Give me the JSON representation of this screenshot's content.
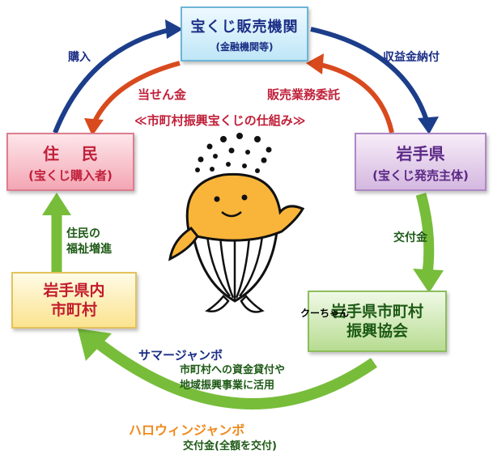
{
  "boxes": {
    "lottery_org": {
      "title": "宝くじ販売機関",
      "subtitle": "(金融機関等)"
    },
    "residents": {
      "title": "住民",
      "subtitle": "(宝くじ購入者)"
    },
    "prefecture": {
      "title": "岩手県",
      "subtitle": "(宝くじ発売主体)"
    },
    "municipalities": {
      "line1": "岩手県内",
      "line2": "市町村"
    },
    "association": {
      "line1": "岩手県市町村",
      "line2": "振興協会"
    }
  },
  "labels": {
    "purchase": "購入",
    "revenue_payment": "収益金納付",
    "prize_money": "当せん金",
    "sales_consignment": "販売業務委託",
    "mechanism": "≪市町村振興宝くじの仕組み≫",
    "grant": "交付金",
    "welfare_line1": "住民の",
    "welfare_line2": "福祉増進",
    "summer_jumbo": "サマージャンボ",
    "usage_line1": "市町村への資金貸付や",
    "usage_line2": "地域振興事業に活用",
    "halloween_jumbo": "ハロウィンジャンボ",
    "full_grant": "交付金(全額を交付)"
  },
  "mascot": {
    "name": "クーちゃん"
  },
  "colors": {
    "navy_arrow": "#1c3d8a",
    "red_arrow": "#d84a1e",
    "green_arrow": "#77bd3a"
  },
  "icons": [
    "whale-mascot-icon"
  ]
}
